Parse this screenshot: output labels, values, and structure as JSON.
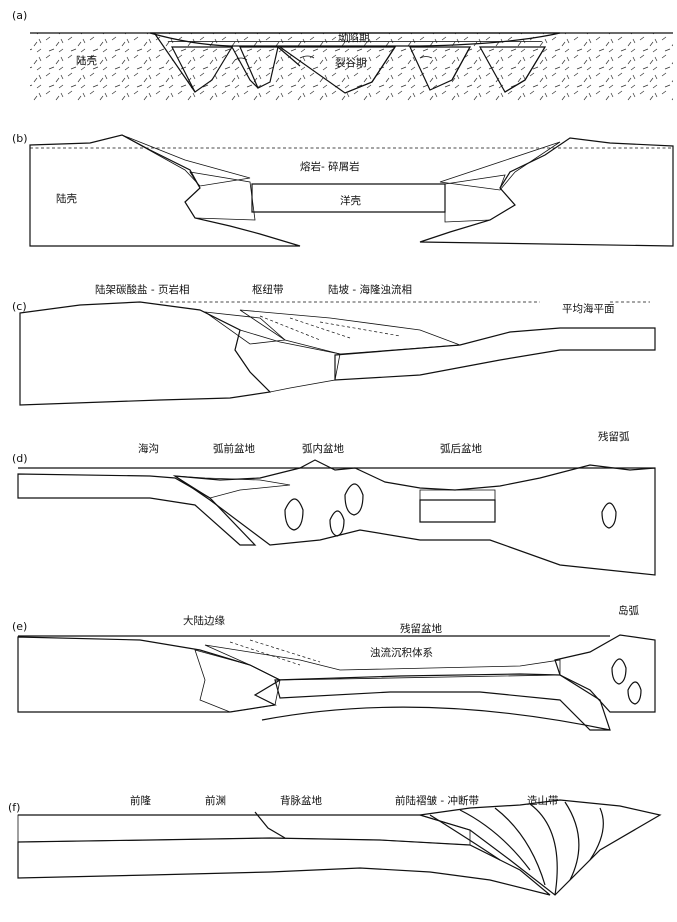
{
  "panels": [
    {
      "id": "a",
      "tag": "(a)",
      "labels": {
        "sag": "坳陷期",
        "rift": "裂谷期",
        "crust": "陆壳"
      }
    },
    {
      "id": "b",
      "tag": "(b)",
      "labels": {
        "lava": "熔岩- 碎屑岩",
        "ocean": "洋壳",
        "crust": "陆壳"
      }
    },
    {
      "id": "c",
      "tag": "(c)",
      "labels": {
        "shelf": "陆架碳酸盐 - 页岩相",
        "hinge": "枢纽带",
        "slope": "陆坡 - 海隆浊流相",
        "sealevel": "平均海平面"
      }
    },
    {
      "id": "d",
      "tag": "(d)",
      "labels": {
        "trench": "海沟",
        "forearc": "弧前盆地",
        "intraarc": "弧内盆地",
        "backarc": "弧后盆地",
        "remnant": "残留弧"
      }
    },
    {
      "id": "e",
      "tag": "(e)",
      "labels": {
        "margin": "大陆边缘",
        "residual": "残留盆地",
        "islandarc": "岛弧",
        "turbidite": "浊流沉积体系"
      }
    },
    {
      "id": "f",
      "tag": "(f)",
      "labels": {
        "forebulge": "前隆",
        "foredeep": "前渊",
        "backbulge": "背脉盆地",
        "foldbelt": "前陆褶皱 - 冲断带",
        "orogen": "造山带"
      }
    }
  ]
}
